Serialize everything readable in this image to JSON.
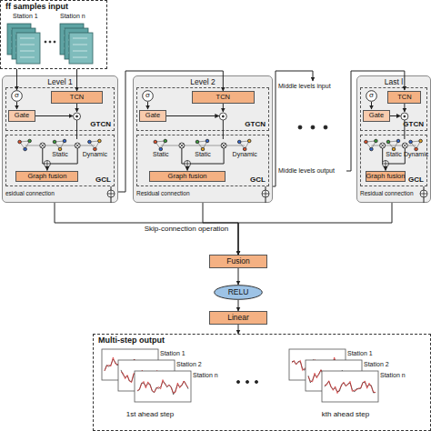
{
  "diagram": {
    "nodes": [
      {
        "text": [
          "ff samples input"
        ]
      },
      {
        "text": [
          "Level 1"
        ]
      },
      {
        "text": [
          "GTCN"
        ],
        "in": 1
      },
      {
        "text": [
          "σ"
        ],
        "in": 2
      },
      {
        "text": [
          "TCN"
        ],
        "in": 2
      },
      {
        "text": [
          "Gate"
        ],
        "in": 2
      },
      {
        "text": [
          "GCL"
        ],
        "in": 1
      },
      {
        "text": [
          "Graph fusion"
        ],
        "in": 6
      },
      {
        "text": [
          "Level 2"
        ]
      },
      {
        "text": [
          "GTCN"
        ],
        "in": 8
      },
      {
        "text": [
          "σ"
        ],
        "in": 9
      },
      {
        "text": [
          "TCN"
        ],
        "in": 9
      },
      {
        "text": [
          "Gate"
        ],
        "in": 9
      },
      {
        "text": [
          "GCL"
        ],
        "in": 8
      },
      {
        "text": [
          "Graph fusion"
        ],
        "in": 13
      },
      {
        "text": [
          "Last l"
        ]
      },
      {
        "text": [
          "GTCN"
        ],
        "in": 15
      },
      {
        "text": [
          "σ"
        ],
        "in": 16
      },
      {
        "text": [
          "TCN"
        ],
        "in": 16
      },
      {
        "text": [
          "Gate"
        ],
        "in": 16
      },
      {
        "text": [
          "GCL"
        ],
        "in": 15
      },
      {
        "text": [
          "Graph fusion"
        ],
        "in": 20
      },
      {
        "text": [
          "Fusion"
        ]
      },
      {
        "text": [
          "RELU"
        ]
      },
      {
        "text": [
          "Linear"
        ]
      },
      {
        "text": [
          "Multi-step output"
        ]
      }
    ],
    "edges": [
      {
        "from": 0,
        "to": 4,
        "arrow": "to"
      },
      {
        "from": 0,
        "to": 3,
        "arrow": "to"
      },
      {
        "from": 1,
        "to": 11,
        "arrow": "to"
      },
      {
        "from": 1,
        "to": 22,
        "arrow": "to"
      },
      {
        "from": 8,
        "to": 22,
        "arrow": "to"
      },
      {
        "from": 15,
        "to": 22,
        "arrow": "to"
      },
      {
        "from": 22,
        "to": 23,
        "arrow": "to"
      },
      {
        "from": 23,
        "to": 24,
        "arrow": "to"
      },
      {
        "from": 24,
        "to": 25,
        "arrow": "to"
      }
    ],
    "labels": [
      "Station 1",
      "Station n",
      "Static",
      "Dynamic",
      "esidual connection",
      "Static",
      "Static",
      "Dynamic",
      "Residual connection",
      "Middle levels input",
      "Middle levels output",
      "Static",
      "Dynamic",
      "Residual connection",
      "Skip-connection operation",
      "Station 1",
      "Station 2",
      "Station n",
      "1st ahead step",
      "Station 1",
      "Station 2",
      "Station n",
      "kth ahead step"
    ]
  }
}
